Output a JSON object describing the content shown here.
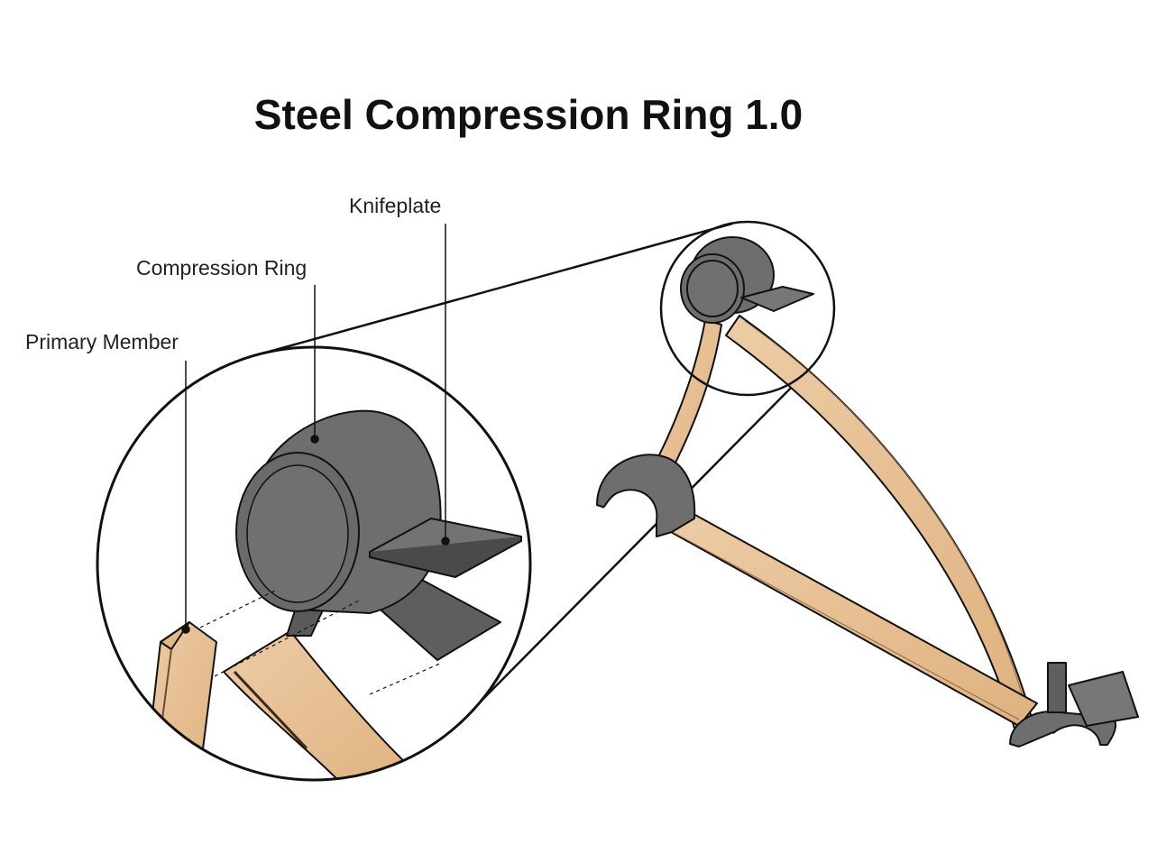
{
  "title": "Steel Compression Ring 1.0",
  "labels": {
    "knifeplate": "Knifeplate",
    "compression_ring": "Compression Ring",
    "primary_member": "Primary Member"
  },
  "colors": {
    "steel": "#6e6e6e",
    "steel_dark": "#555555",
    "wood": "#e8c39a",
    "wood_dark": "#d9ac7c",
    "outline": "#111111"
  }
}
